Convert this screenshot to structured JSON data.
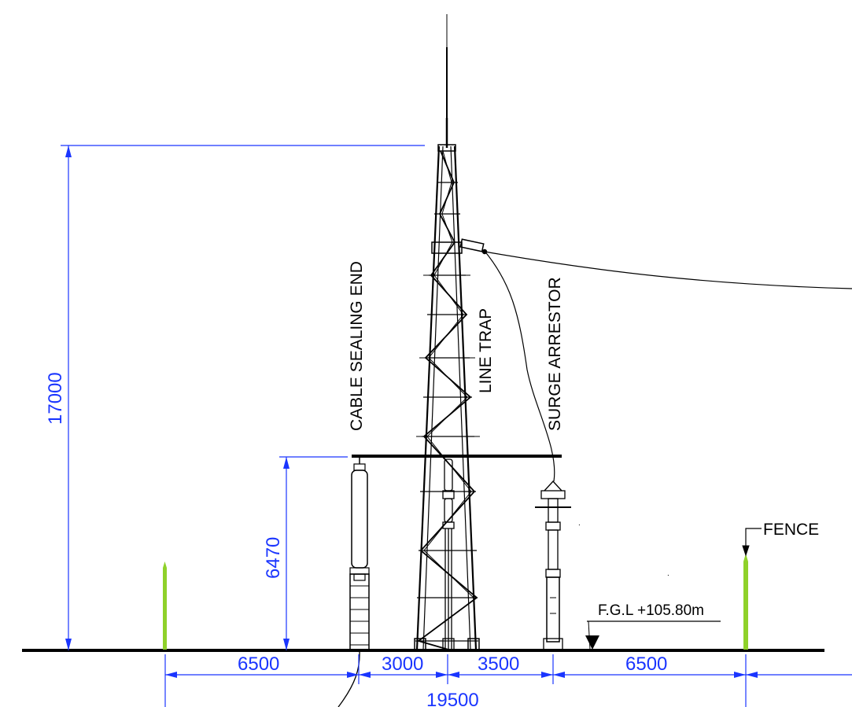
{
  "labels": {
    "cable_sealing_end": "CABLE SEALING END",
    "line_trap": "LINE TRAP",
    "surge_arrestor": "SURGE ARRESTOR",
    "fence": "FENCE",
    "fgl": "F.G.L +105.80m"
  },
  "dimensions": {
    "tower_height": "17000",
    "beam_height": "6470",
    "fence_to_cable": "6500",
    "cable_to_tower": "3000",
    "tower_to_arrestor": "3500",
    "arrestor_to_fence": "6500",
    "overall_width": "19500"
  },
  "colors": {
    "dimension": "#1a35ff",
    "fence_post": "#8fd12a",
    "structure": "#000000"
  }
}
